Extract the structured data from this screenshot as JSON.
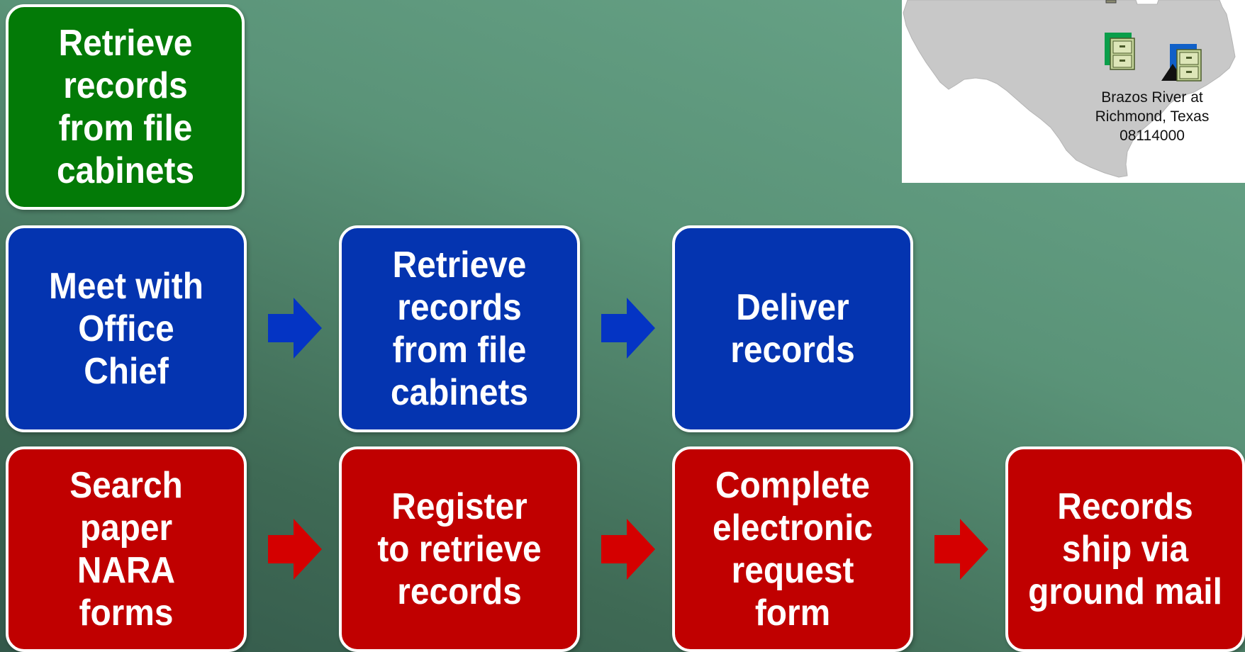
{
  "colors": {
    "green": "#037a07",
    "blue": "#0434b0",
    "red": "#c00000",
    "arrow_blue": "#0434c4",
    "arrow_red": "#d40000"
  },
  "rows": {
    "green": [
      {
        "label": "Retrieve records from file cabinets"
      }
    ],
    "blue": [
      {
        "label": "Meet with Office Chief"
      },
      {
        "label": "Retrieve records from file cabinets"
      },
      {
        "label": "Deliver records"
      }
    ],
    "red": [
      {
        "label": "Search paper NARA forms"
      },
      {
        "label": "Register to retrieve records"
      },
      {
        "label": "Complete electronic request form"
      },
      {
        "label": "Records ship via ground mail"
      }
    ]
  },
  "map": {
    "label_line1": "Brazos River at",
    "label_line2": "Richmond, Texas",
    "label_line3": "08114000",
    "icons": [
      "file-cabinet-icon",
      "file-cabinet-icon",
      "triangle-marker-icon"
    ]
  }
}
